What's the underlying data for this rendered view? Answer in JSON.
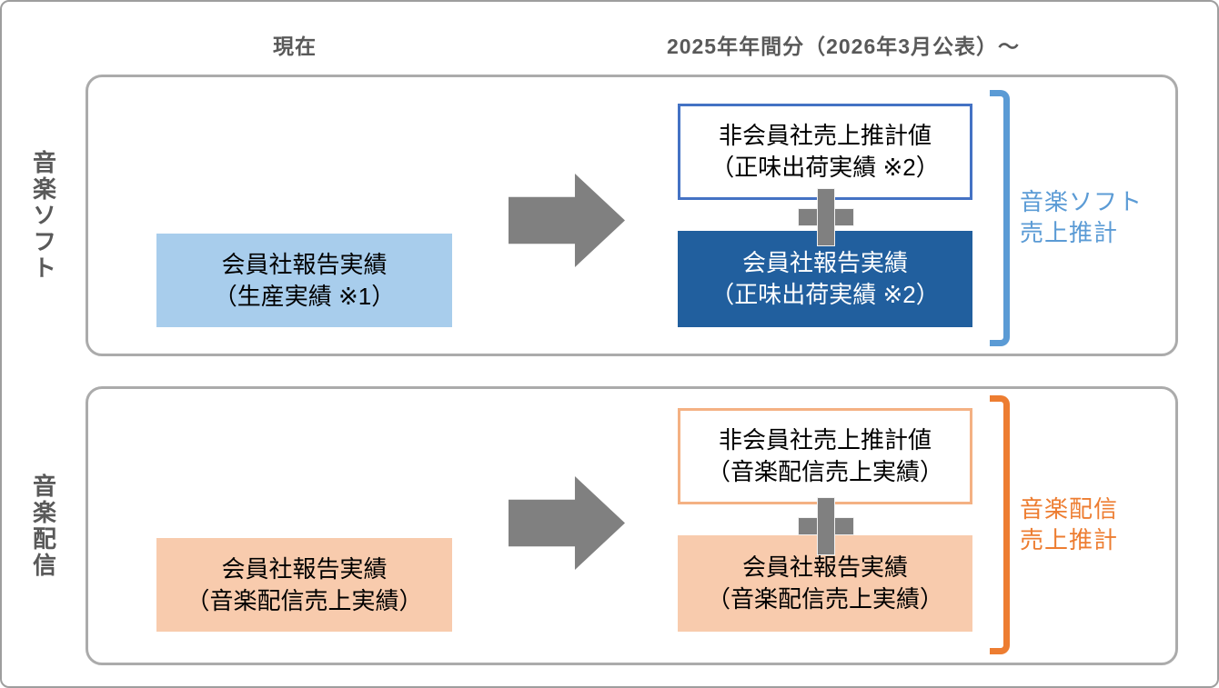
{
  "header": {
    "current": "現在",
    "future": "2025年年間分（2026年3月公表）〜"
  },
  "colors": {
    "header_text": "#595959",
    "arrow_plus_gray": "#808080",
    "panel_border_gray": "#ababab",
    "blue_fill_light": "#A8CDEC",
    "blue_fill_dark": "#215F9E",
    "blue_outline": "#4472C4",
    "blue_accent": "#5B9BD5",
    "orange_fill_light": "#F8CBAD",
    "orange_outline": "#F4B183",
    "orange_accent": "#ED7D31"
  },
  "panels": [
    {
      "side_label": "音楽ソフト",
      "current_box": {
        "line1": "会員社報告実績",
        "line2": "（生産実績 ※1）"
      },
      "estimate_box": {
        "line1": "非会員社売上推計値",
        "line2": "（正味出荷実績 ※2）"
      },
      "member_box": {
        "line1": "会員社報告実績",
        "line2": "（正味出荷実績 ※2）"
      },
      "bracket_label": {
        "line1": "音楽ソフト",
        "line2": "売上推計"
      }
    },
    {
      "side_label": "音楽配信",
      "current_box": {
        "line1": "会員社報告実績",
        "line2": "（音楽配信売上実績）"
      },
      "estimate_box": {
        "line1": "非会員社売上推計値",
        "line2": "（音楽配信売上実績）"
      },
      "member_box": {
        "line1": "会員社報告実績",
        "line2": "（音楽配信売上実績）"
      },
      "bracket_label": {
        "line1": "音楽配信",
        "line2": "売上推計"
      }
    }
  ]
}
